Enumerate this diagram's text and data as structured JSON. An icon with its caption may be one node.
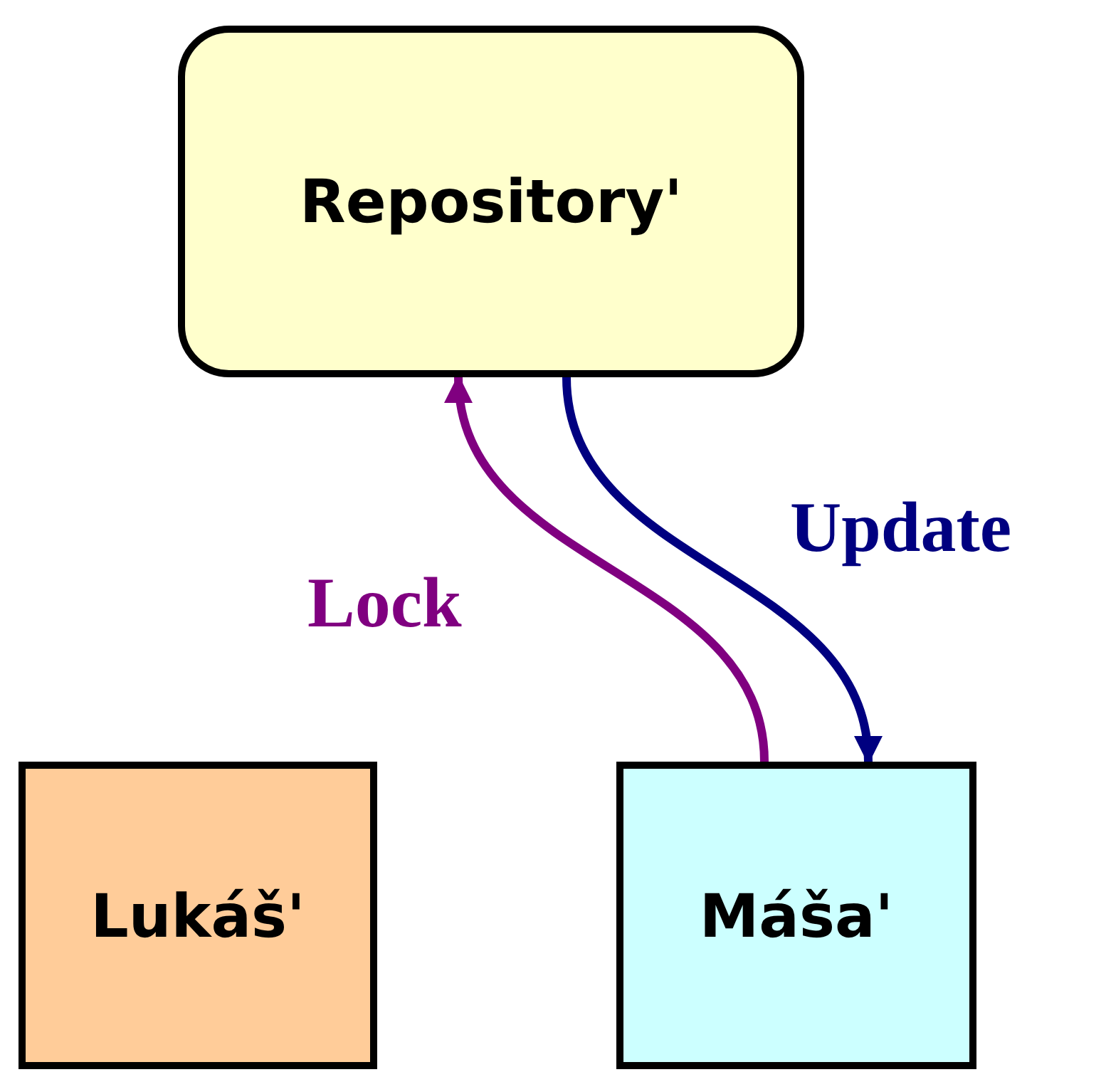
{
  "diagram": {
    "nodes": [
      {
        "text": [
          "Repository'"
        ]
      },
      {
        "text": [
          "Lukáš'"
        ]
      },
      {
        "text": [
          "Máša'"
        ]
      }
    ],
    "edges": [
      {
        "from": 2,
        "to": 0,
        "arrow": "to",
        "label": "Lock",
        "color": "#800080"
      },
      {
        "from": 0,
        "to": 2,
        "arrow": "to",
        "label": "Update",
        "color": "#000080"
      }
    ]
  }
}
